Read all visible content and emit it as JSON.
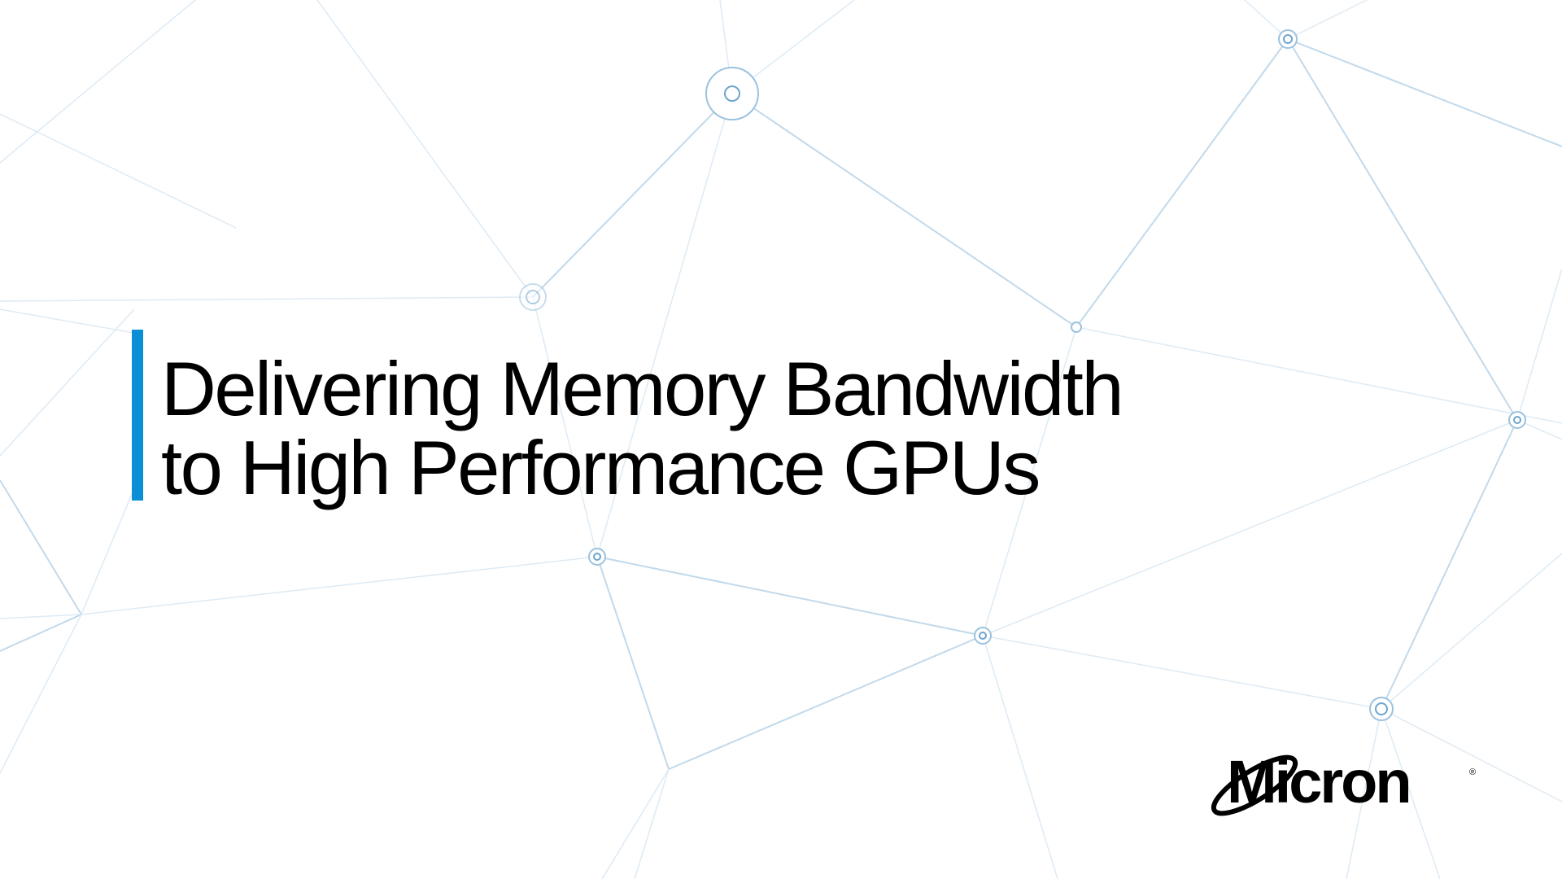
{
  "slide": {
    "title_lines": [
      "Delivering Memory Bandwidth",
      "to High Performance GPUs"
    ],
    "brand_name": "Micron",
    "logo_mark": "®",
    "background": "network-graph-pattern"
  },
  "colors": {
    "accent": "#0a8fd6",
    "title_text": "#000000",
    "background": "#ffffff",
    "network_line": "#b7d3e8",
    "logo": "#000000"
  }
}
